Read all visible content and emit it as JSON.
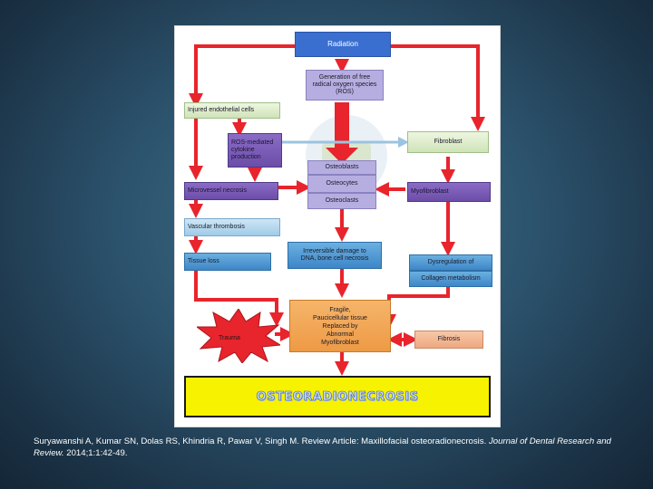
{
  "diagram": {
    "nodes": {
      "radiation": "Radiation",
      "ros_generation": "Generation of free\nradical oxygen species\n(ROS)",
      "injured_endothelial": "Injured endothelial cells",
      "ros_cytokine": "ROS-mediated\ncytokine\nproduction",
      "fibroblast": "Fibroblast",
      "osteoblasts": "Osteoblasts",
      "osteocytes": "Osteocytes",
      "osteoclasts": "Osteoclasts",
      "microvessel_necrosis": "Microvessel necrosis",
      "myofibroblast": "Myofibroblast",
      "vascular_thrombosis": "Vascular thrombosis",
      "tissue_loss": "Tissue loss",
      "irreversible_damage": "Irreversible damage to\nDNA, bone cell necrosis",
      "dysregulation": "Dysregulation of",
      "collagen_metabolism": "Collagen metabolism",
      "fragile_tissue": "Fragile,\nPaucicellular tissue\nReplaced by\nAbnormal\nMyofibroblast",
      "trauma": "Trauma",
      "fibrosis": "Fibrosis",
      "osteoradionecrosis": "OSTEORADIONECROSIS"
    },
    "colors": {
      "arrow": "#e8242c",
      "radiation_box": "#3a6fd0",
      "banner": "#f7f200"
    }
  },
  "caption": {
    "authors": "Suryawanshi A, Kumar SN, Dolas RS, Khindria R, Pawar V, Singh M. Review Article: Maxillofacial osteoradionecrosis.",
    "journal": "Journal of Dental Research and Review.",
    "citation": "2014;1:1:42-49."
  }
}
